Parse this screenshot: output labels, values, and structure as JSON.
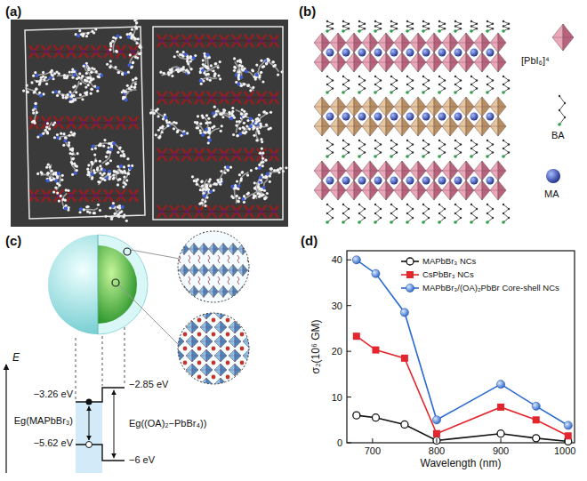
{
  "diagram": {
    "labels": [
      "(a)",
      "(b)",
      "[PbI₆]⁴",
      "BA",
      "MA",
      "(c)",
      "E",
      "−3.26 eV",
      "−5.62 eV",
      "−2.85 eV",
      "−6 eV",
      "Eg(MAPbBr₃)",
      "Eg((OA)₂−PbBr₄))",
      "(d)",
      "σ₂(10⁶ GM)",
      "Wavelength (nm)",
      "0",
      "10",
      "20",
      "30",
      "40",
      "700",
      "800",
      "900",
      "1000"
    ],
    "legend": [
      {
        "text": "MAPbBr₃ NCs"
      },
      {
        "text": "CsPbBr₃ NCs"
      },
      {
        "text": "MAPbBr₃/(OA)₂PbBr Core-shell NCs"
      }
    ]
  }
}
